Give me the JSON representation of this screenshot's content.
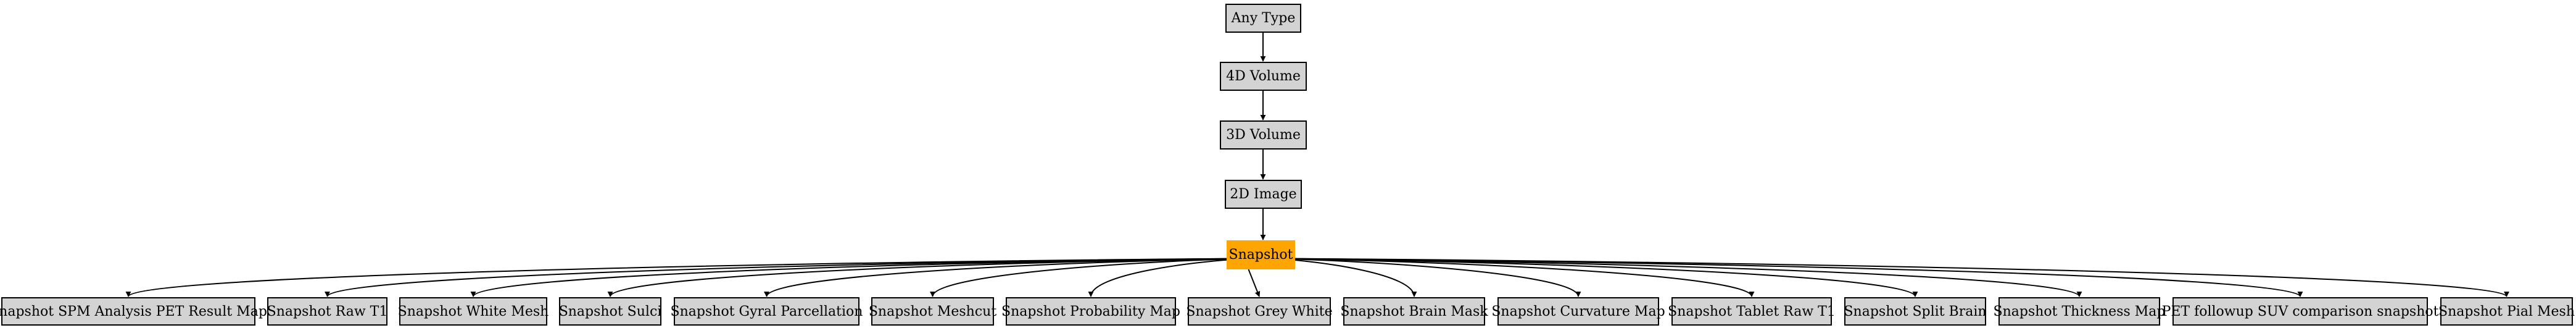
{
  "colors": {
    "node_fill": "#d3d3d3",
    "highlight_fill": "#ffa500",
    "stroke": "#000000",
    "background": "#ffffff"
  },
  "nodes": {
    "any_type": "Any Type",
    "vol_4d": "4D Volume",
    "vol_3d": "3D Volume",
    "image_2d": "2D Image",
    "snapshot": "Snapshot"
  },
  "children": [
    "Snapshot SPM Analysis PET Result Map",
    "Snapshot Raw T1",
    "Snapshot White Mesh",
    "Snapshot Sulci",
    "Snapshot Gyral Parcellation",
    "Snapshot Meshcut",
    "Snapshot Probability Map",
    "Snapshot Grey White",
    "Snapshot Brain Mask",
    "Snapshot Curvature Map",
    "Snapshot Tablet Raw T1",
    "Snapshot Split Brain",
    "Snapshot Thickness Map",
    "PET followup SUV comparison snapshot",
    "Snapshot Pial Mesh"
  ]
}
